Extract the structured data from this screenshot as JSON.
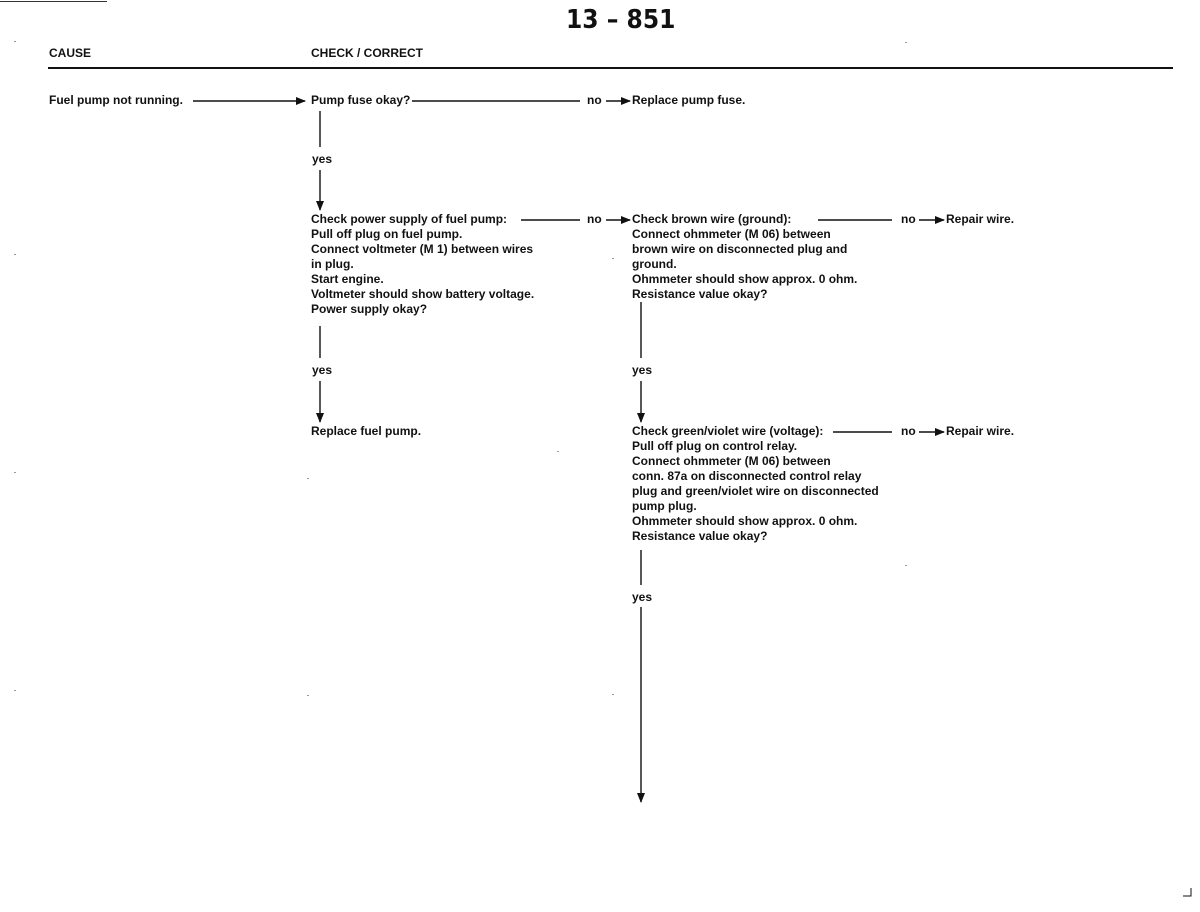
{
  "page": {
    "number": "13 – 851",
    "columns": {
      "cause": "CAUSE",
      "check": "CHECK / CORRECT"
    }
  },
  "flow": {
    "cause": "Fuel pump not running.",
    "fuse_check": "Pump fuse okay?",
    "fuse_no_label": "no",
    "fuse_fix": "Replace pump fuse.",
    "fuse_yes_label": "yes",
    "power_check": [
      "Check power supply of fuel pump:",
      "Pull off plug on fuel pump.",
      "Connect voltmeter (M 1) between wires",
      "in plug.",
      "Start engine.",
      "Voltmeter should show battery voltage.",
      "Power supply okay?"
    ],
    "power_no_label": "no",
    "power_yes_label": "yes",
    "power_fix": "Replace fuel pump.",
    "brown_check": [
      "Check brown wire (ground):",
      "Connect ohmmeter (M 06) between",
      "brown wire on disconnected plug and",
      "ground.",
      "Ohmmeter should show approx. 0 ohm.",
      "Resistance value okay?"
    ],
    "brown_no_label": "no",
    "brown_fix": "Repair wire.",
    "brown_yes_label": "yes",
    "green_check": [
      "Check green/violet wire (voltage):",
      "Pull off plug on control relay.",
      "Connect ohmmeter (M 06) between",
      "conn. 87a on disconnected control relay",
      "plug and green/violet wire on disconnected",
      "pump plug.",
      "Ohmmeter should show approx. 0 ohm.",
      "Resistance value okay?"
    ],
    "green_no_label": "no",
    "green_fix": "Repair wire.",
    "green_yes_label": "yes"
  }
}
